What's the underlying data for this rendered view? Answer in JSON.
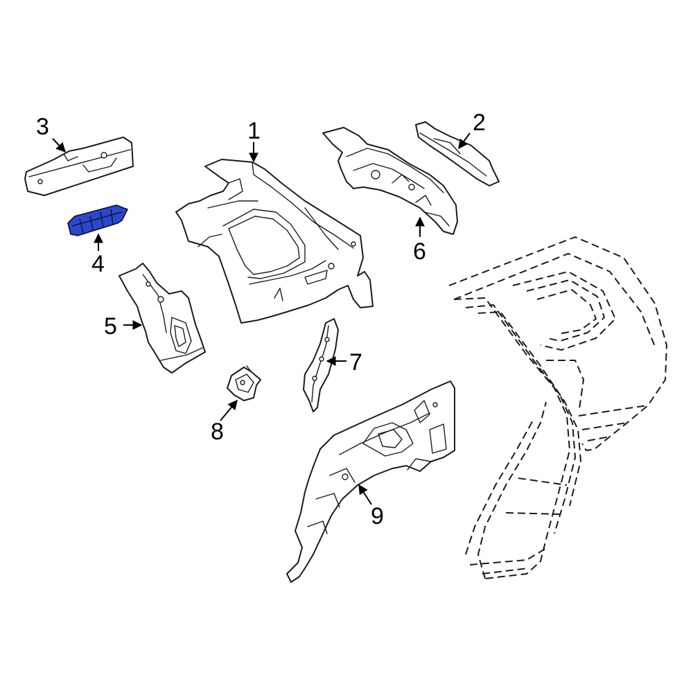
{
  "diagram": {
    "highlight_color": "#2a48c9",
    "line_color": "#1a1a1a",
    "callouts": [
      "1",
      "2",
      "3",
      "4",
      "5",
      "6",
      "7",
      "8",
      "9"
    ],
    "highlighted_part": "4"
  }
}
